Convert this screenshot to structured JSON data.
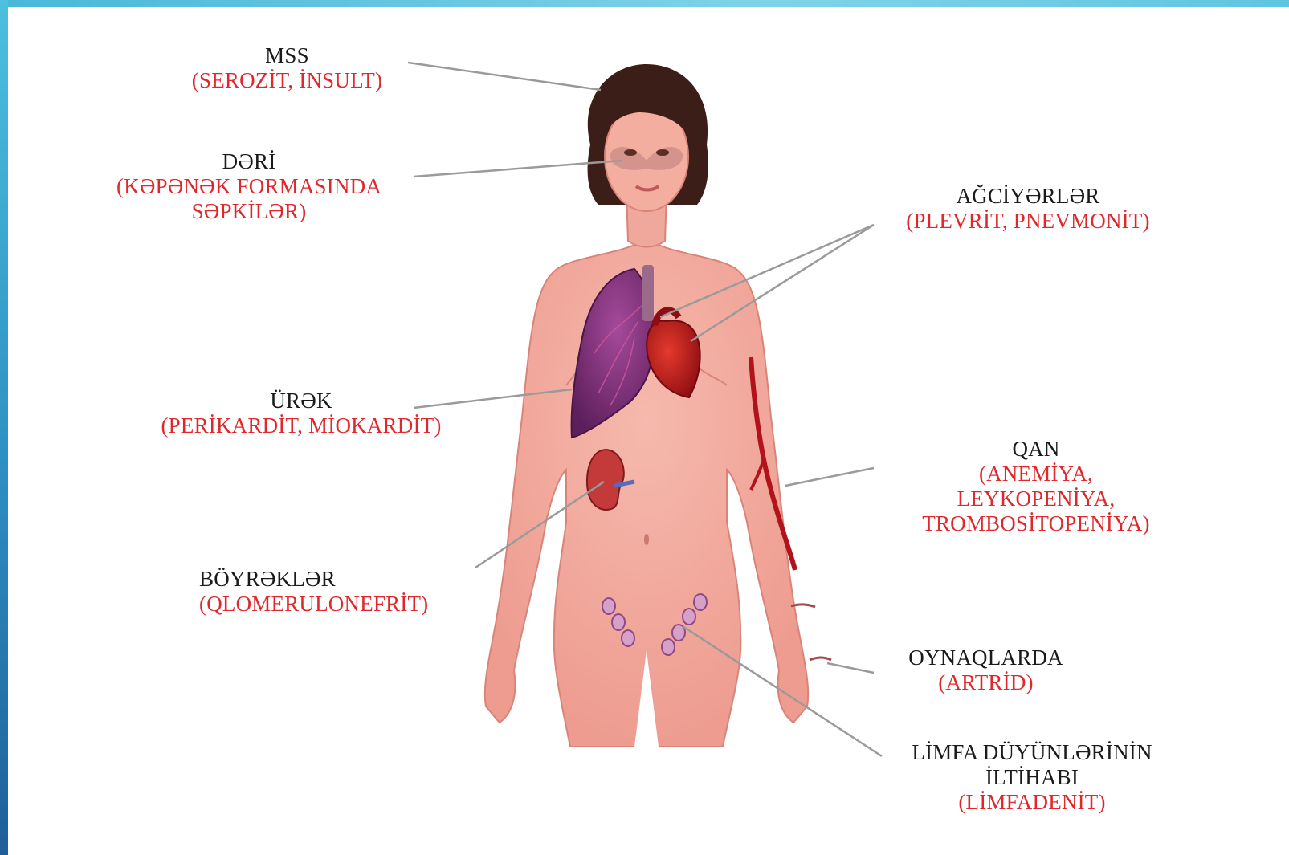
{
  "colors": {
    "frame_accent": "#4cc0dd",
    "organ_name": "#1a1a1a",
    "disease_text": "#e0272b",
    "skin": "#f4aaa0",
    "lung": "#7a2a78",
    "heart": "#c4161c",
    "kidney": "#c43a3a",
    "leader_line": "#9a9a9a"
  },
  "labels": {
    "mss": {
      "name": "MSS",
      "disease": "(SEROZİT, İNSULT)"
    },
    "deri": {
      "name": "DƏRİ",
      "disease_line1": "(KƏPƏNƏK FORMASINDA",
      "disease_line2": "SƏPKİLƏR)"
    },
    "urek": {
      "name": "ÜRƏK",
      "disease": "(PERİKARDİT, MİOKARDİT)"
    },
    "boyrek": {
      "name": "BÖYRƏKLƏR",
      "disease": "(QLOMERULONEFRİT)"
    },
    "agciyer": {
      "name": "AĞCİYƏRLƏR",
      "disease": "(PLEVRİT, PNEVMONİT)"
    },
    "qan": {
      "name": "QAN",
      "disease_line1": "(ANEMİYA,",
      "disease_line2": "LEYKOPENİYA,",
      "disease_line3": "TROMBOSİTOPENİYA)"
    },
    "oynaq": {
      "name": "OYNAQLARDA",
      "disease": "(ARTRİD)"
    },
    "limfa": {
      "name_line1": "LİMFA DÜYÜNLƏRİNİN",
      "name_line2": "İLTİHABI",
      "disease": "(LİMFADENİT)"
    }
  }
}
